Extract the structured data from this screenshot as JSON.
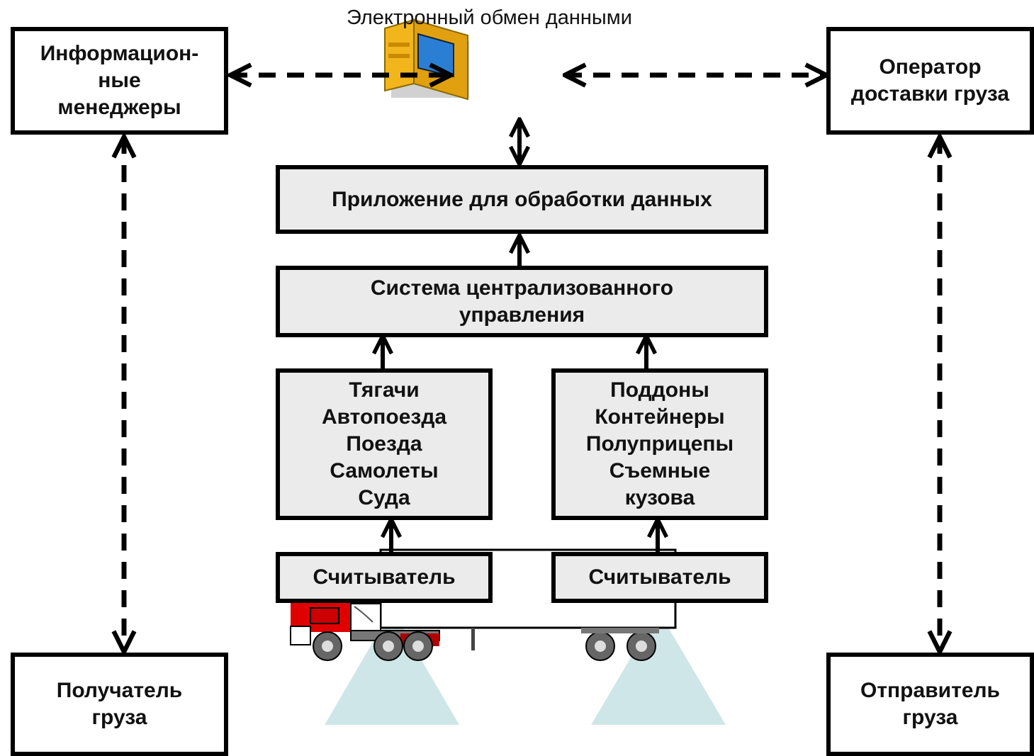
{
  "header": {
    "title": "Электронный обмен данными"
  },
  "nodes": {
    "info_managers": [
      "Информацион-",
      "ные",
      "менеджеры"
    ],
    "delivery_operator": [
      "Оператор",
      "доставки груза"
    ],
    "processing_app": [
      "Приложение для обработки данных"
    ],
    "central_system": [
      "Система централизованного",
      "управления"
    ],
    "vehicles": [
      "Тягачи",
      "Автопоезда",
      "Поезда",
      "Самолеты",
      "Суда"
    ],
    "containers": [
      "Поддоны",
      "Контейнеры",
      "Полуприцепы",
      "Съемные",
      "кузова"
    ],
    "reader_left": [
      "Считыватель"
    ],
    "reader_right": [
      "Считыватель"
    ],
    "recipient": [
      "Получатель",
      "груза"
    ],
    "sender": [
      "Отправитель",
      "груза"
    ]
  },
  "icons": {
    "computer": "computer-icon",
    "truck": "truck-icon",
    "reader_field": "reader-field-icon"
  },
  "colors": {
    "box_border": "#000000",
    "box_fill_gray": "#ebebeb",
    "cab_red": "#e00000",
    "reader_field": "#cfe6e8",
    "computer_yellow": "#f2b51c",
    "computer_blue": "#2a7fd4"
  }
}
